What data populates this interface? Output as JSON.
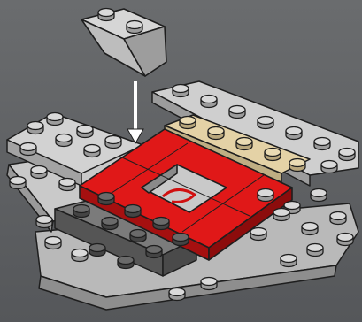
{
  "scene": {
    "subject": "brick-assembly-instruction-step",
    "colors": {
      "background": "#5d5f61",
      "light_gray": "#c6c6c6",
      "dark_gray": "#6f6f6f",
      "red": "#e01818",
      "tan": "#e4d2a6",
      "outline": "#1e1e1e",
      "arrow": "#ffffff"
    },
    "new_part": "sloped-2x2-inverted-brick",
    "action": "insert-down-arrow"
  }
}
